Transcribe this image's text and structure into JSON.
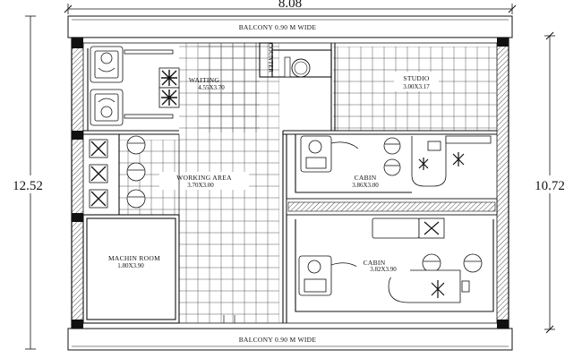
{
  "dimensions": {
    "overall_width": "8.08",
    "overall_height_left": "12.52",
    "overall_height_right": "10.72"
  },
  "balconies": {
    "top": "BALCONY 0.90 M WIDE",
    "bottom": "BALCONY 0.90 M WIDE"
  },
  "rooms": {
    "waiting": {
      "name": "WAITING",
      "size": "4.55X3.70"
    },
    "counter": {
      "name": "COUNTER"
    },
    "studio": {
      "name": "STUDIO",
      "size": "3.00X3.17"
    },
    "working_area": {
      "name": "WORKING AREA",
      "size": "3.70X3.00"
    },
    "cabin_upper": {
      "name": "CABIN",
      "size": "3.86X3.00"
    },
    "machine_room": {
      "name": "MACHIN ROOM",
      "size": "1.80X3.90"
    },
    "cabin_lower": {
      "name": "CABIN",
      "size": "3.82X3.90"
    }
  },
  "icons": [
    "sofa-chair-icon",
    "plant-icon",
    "stool-icon",
    "salon-chair-icon",
    "sink-icon"
  ]
}
